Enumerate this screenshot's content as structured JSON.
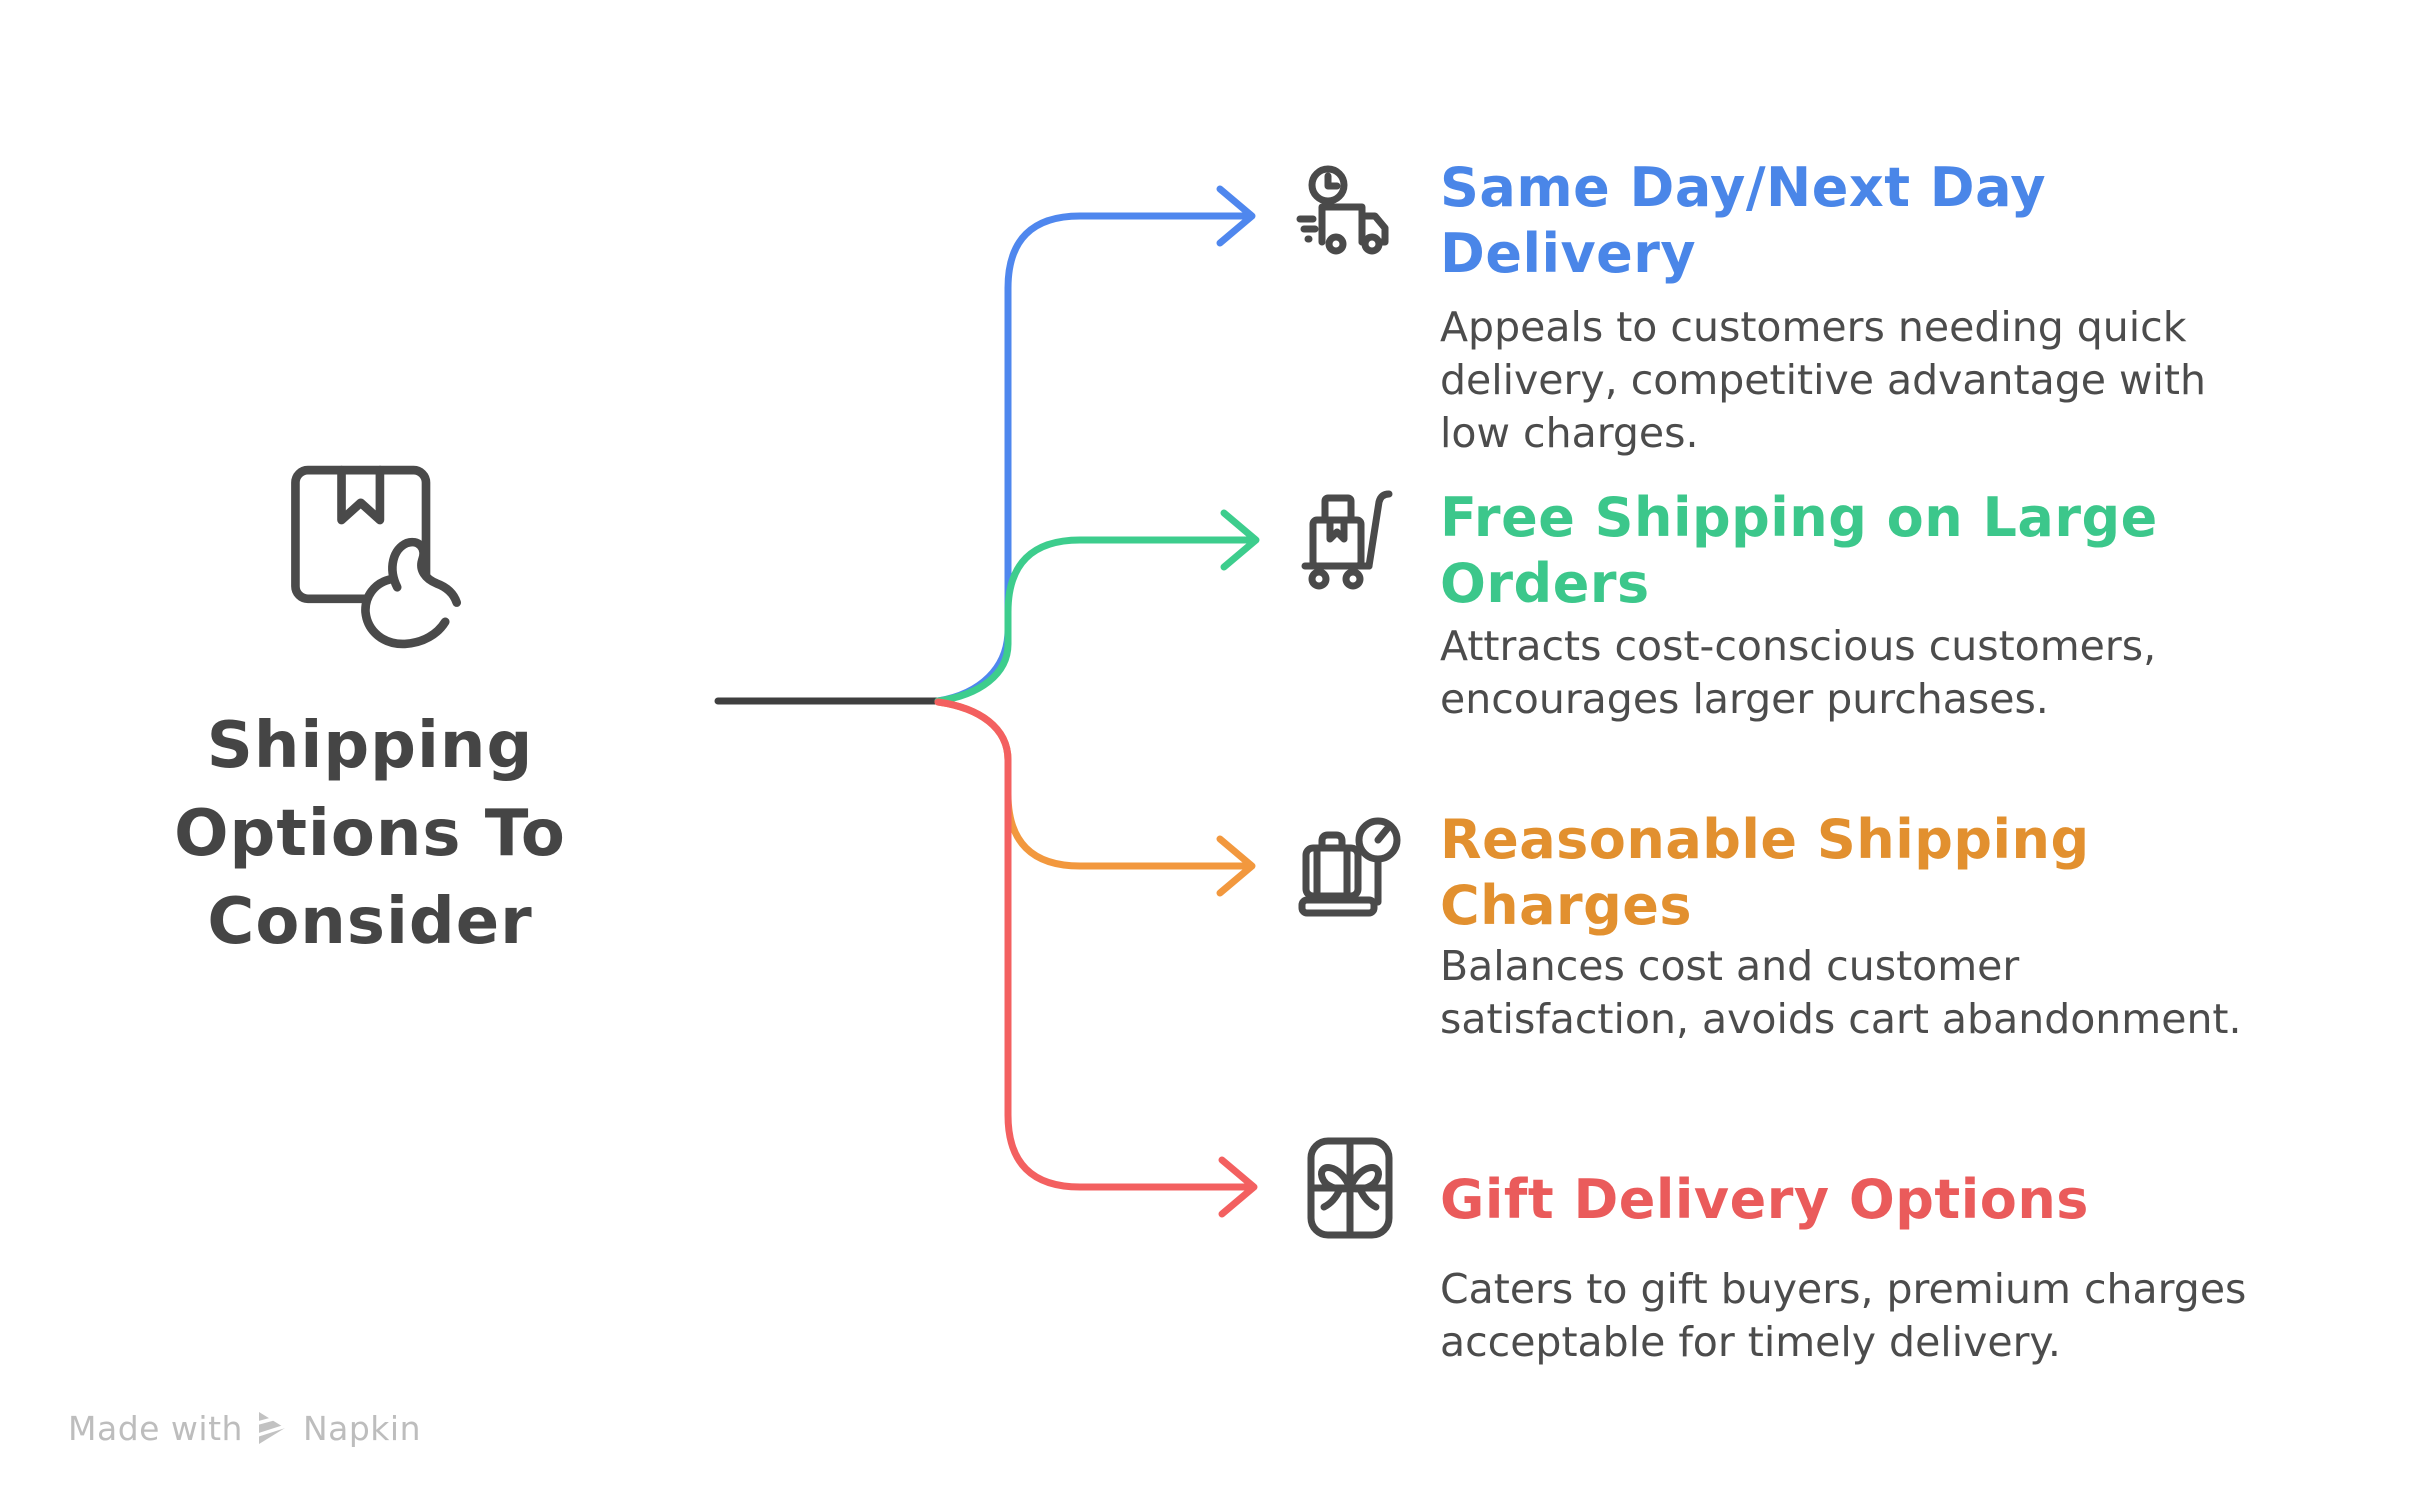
{
  "title": {
    "text": "Shipping\nOptions To\nConsider"
  },
  "colors": {
    "title_ink": "#454545",
    "body_ink": "#4C4C4C",
    "icon_ink": "#4A4A4A",
    "connector_ink": "#3F3F3F",
    "footer_gray": "#BDBDBD"
  },
  "branches": [
    {
      "id": "same-day-next-day-delivery",
      "icon": "fast-delivery-truck-icon",
      "heading": "Same Day/Next Day\nDelivery",
      "body": "Appeals to customers needing quick\ndelivery, competitive advantage with\nlow charges.",
      "heading_color": "#4A86E8",
      "line_color": "#4F87EE"
    },
    {
      "id": "free-shipping-large-orders",
      "icon": "hand-truck-icon",
      "heading": "Free Shipping on Large\nOrders",
      "body": "Attracts cost-conscious customers,\nencourages larger purchases.",
      "heading_color": "#3CC78B",
      "line_color": "#3DCD8D"
    },
    {
      "id": "reasonable-shipping-charges",
      "icon": "luggage-scale-icon",
      "heading": "Reasonable Shipping\nCharges",
      "body": "Balances cost and customer\nsatisfaction, avoids cart abandonment.",
      "heading_color": "#E2902F",
      "line_color": "#F2983E"
    },
    {
      "id": "gift-delivery-options",
      "icon": "gift-box-icon",
      "heading": "Gift Delivery Options",
      "body": "Caters to gift buyers, premium charges\nacceptable for timely delivery.",
      "heading_color": "#EA5B5B",
      "line_color": "#F36060"
    }
  ],
  "footer": {
    "made_with": "Made with",
    "brand": "Napkin"
  }
}
